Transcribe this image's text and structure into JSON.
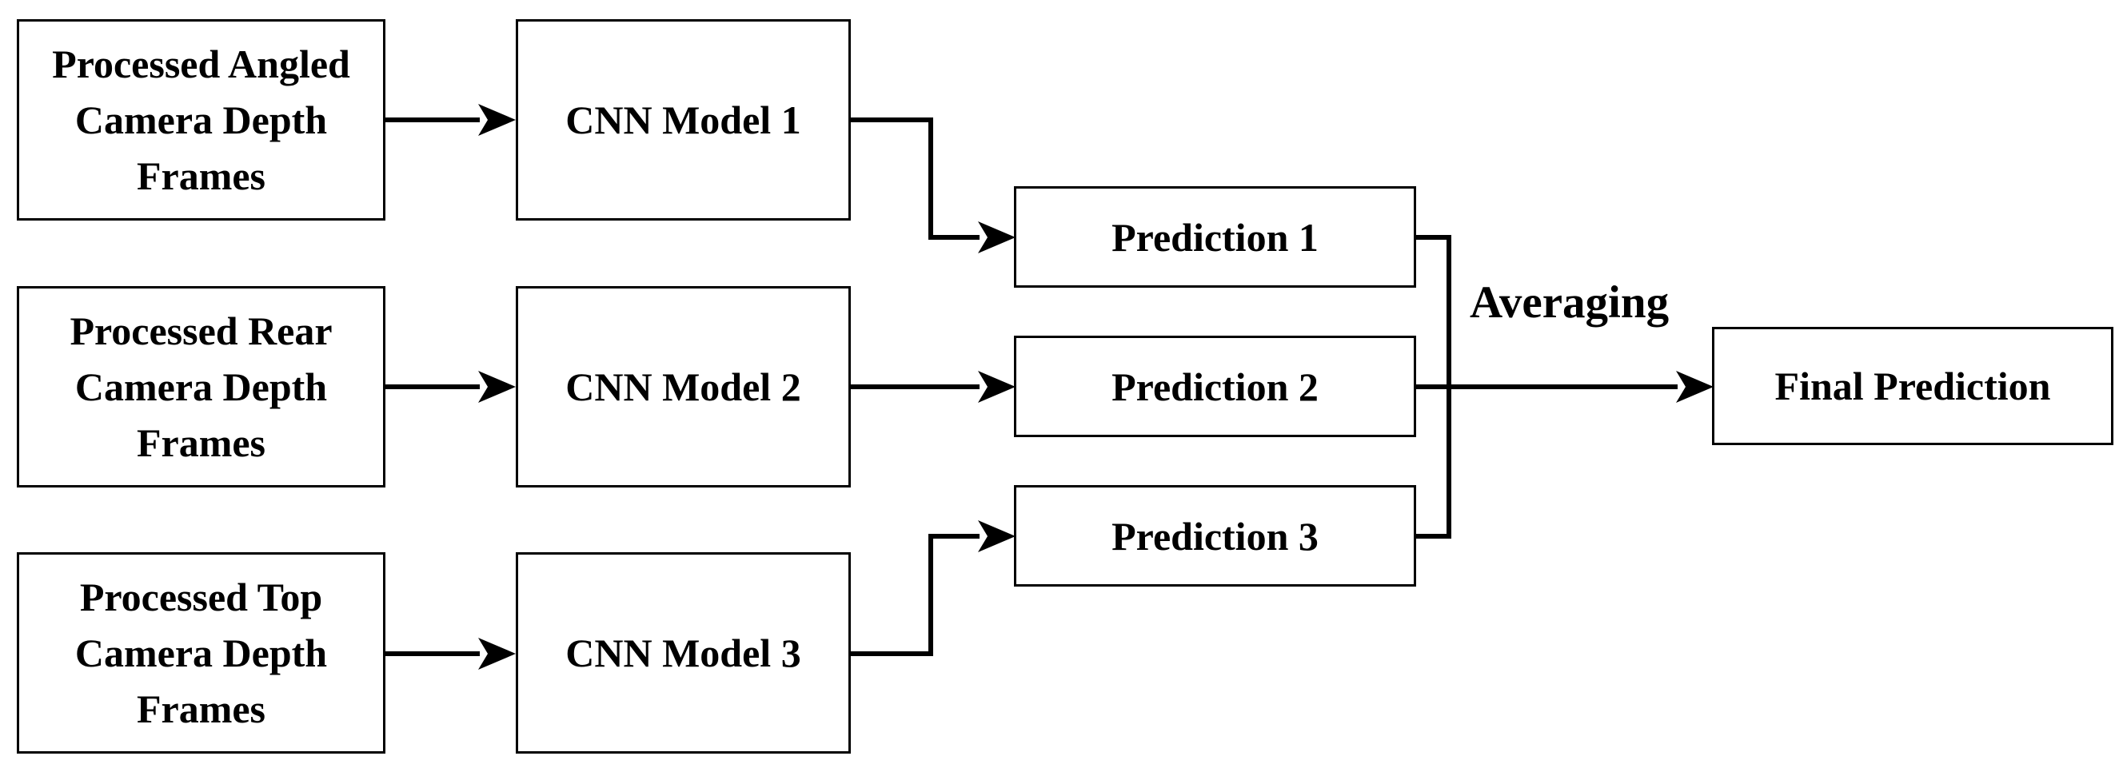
{
  "inputs": [
    {
      "text": "Processed Angled Camera Depth Frames",
      "lines": [
        "Processed Angled",
        "Camera Depth",
        "Frames"
      ]
    },
    {
      "text": "Processed Rear Camera Depth Frames",
      "lines": [
        "Processed Rear",
        "Camera Depth",
        "Frames"
      ]
    },
    {
      "text": "Processed Top Camera Depth Frames",
      "lines": [
        "Processed Top",
        "Camera Depth",
        "Frames"
      ]
    }
  ],
  "models": [
    "CNN Model 1",
    "CNN Model 2",
    "CNN Model 3"
  ],
  "predictions": [
    "Prediction 1",
    "Prediction 2",
    "Prediction 3"
  ],
  "averaging_label": "Averaging",
  "final": "Final Prediction",
  "colors": {
    "stroke": "#000000",
    "fill": "#ffffff",
    "text": "#000000"
  }
}
